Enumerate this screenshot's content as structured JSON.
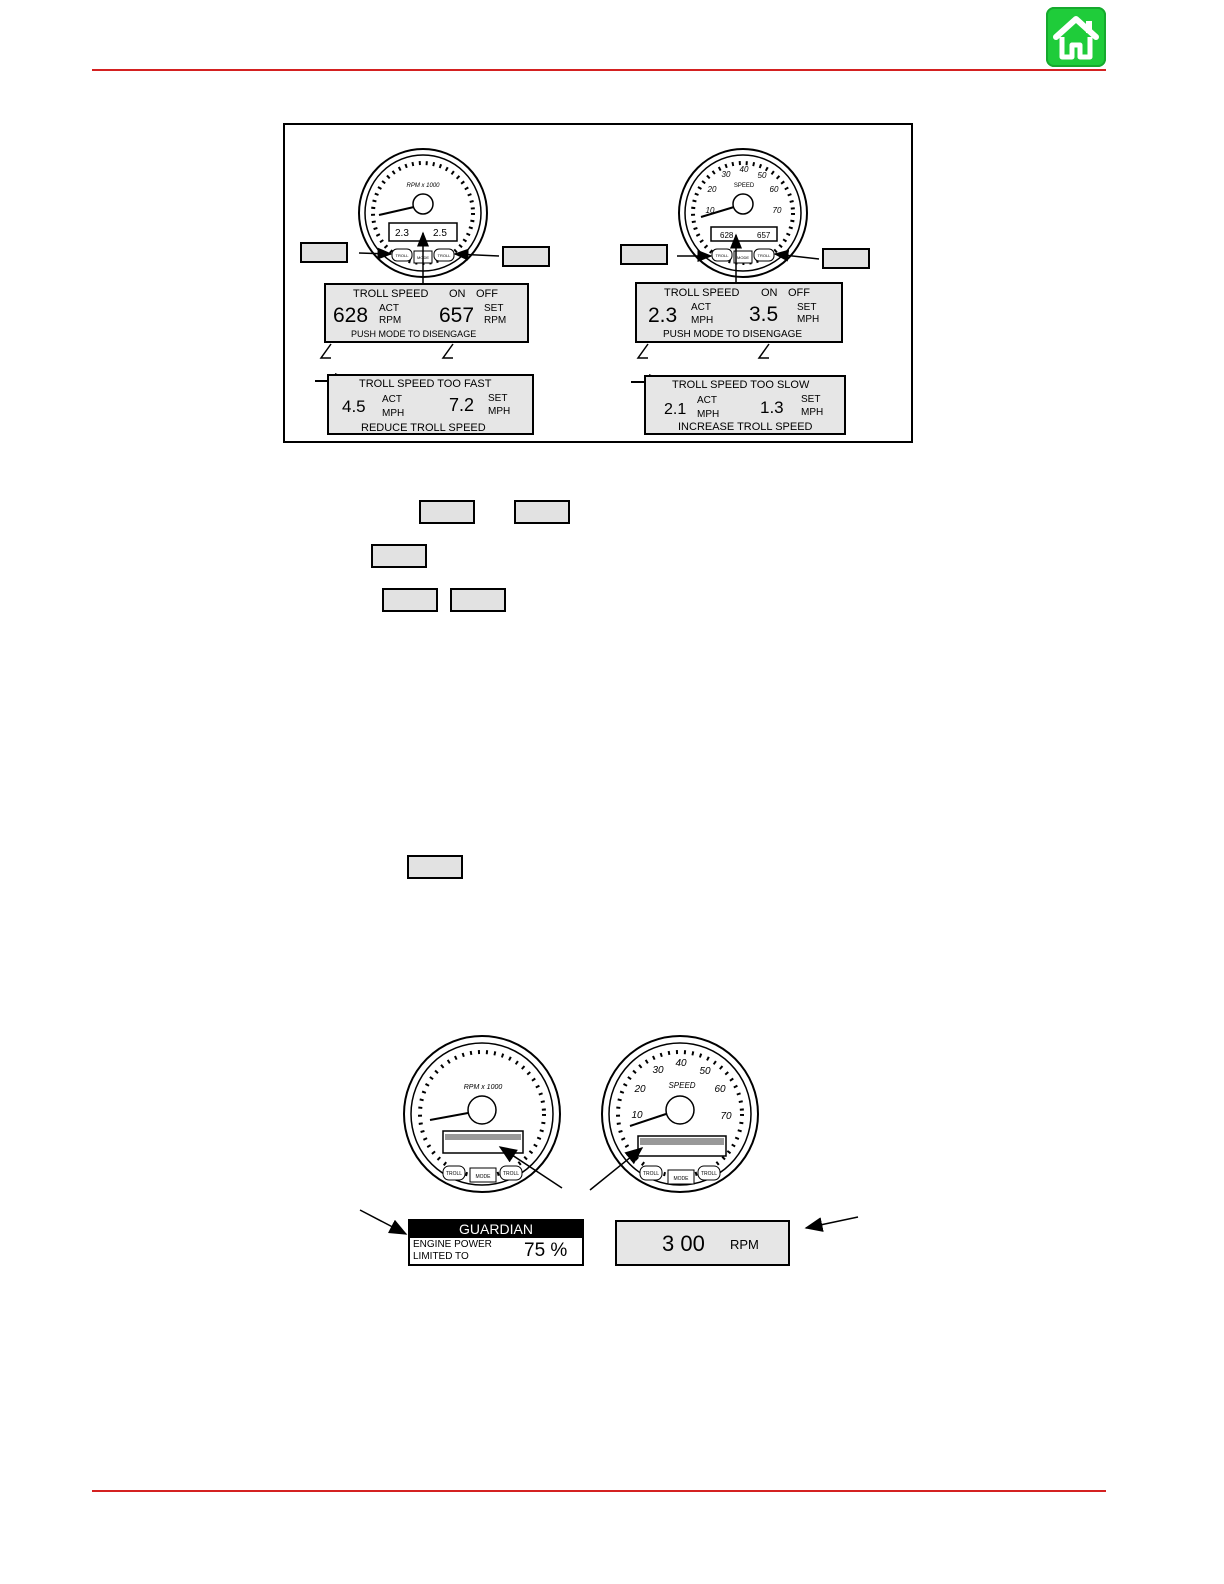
{
  "header": {
    "home_icon": "home-icon",
    "rule_color": "#d42121",
    "home_color": "#1fcc3a"
  },
  "figure1": {
    "tach_gauge": {
      "dial_label": "RPM x 1000",
      "display_left": "2.3",
      "display_right": "2.5",
      "buttons": [
        "TROLL",
        "MODE",
        "TROLL"
      ]
    },
    "speedo_gauge": {
      "dial_label": "SPEED",
      "ticks": [
        "10",
        "20",
        "30",
        "40",
        "50",
        "60",
        "70"
      ],
      "display_left": "628",
      "display_right": "657",
      "buttons": [
        "TROLL",
        "MODE",
        "TROLL"
      ]
    },
    "lcd_rpm": {
      "title": "TROLL SPEED",
      "on": "ON",
      "off": "OFF",
      "act_value": "628",
      "act_label": "ACT",
      "act_unit": "RPM",
      "set_value": "657",
      "set_label": "SET",
      "set_unit": "RPM",
      "footer": "PUSH MODE TO DISENGAGE"
    },
    "lcd_mph": {
      "title": "TROLL SPEED",
      "on": "ON",
      "off": "OFF",
      "act_value": "2.3",
      "act_label": "ACT",
      "act_unit": "MPH",
      "set_value": "3.5",
      "set_label": "SET",
      "set_unit": "MPH",
      "footer": "PUSH MODE TO DISENGAGE"
    },
    "lcd_fast": {
      "title": "TROLL SPEED TOO FAST",
      "act_value": "4.5",
      "act_label": "ACT",
      "act_unit": "MPH",
      "set_value": "7.2",
      "set_label": "SET",
      "set_unit": "MPH",
      "footer": "REDUCE TROLL SPEED"
    },
    "lcd_slow": {
      "title": "TROLL SPEED TOO SLOW",
      "act_value": "2.1",
      "act_label": "ACT",
      "act_unit": "MPH",
      "set_value": "1.3",
      "set_label": "SET",
      "set_unit": "MPH",
      "footer": "INCREASE TROLL SPEED"
    }
  },
  "figure2": {
    "tach_gauge": {
      "dial_label": "RPM x 1000",
      "buttons": [
        "TROLL",
        "MODE",
        "TROLL"
      ]
    },
    "speedo_gauge": {
      "dial_label": "SPEED",
      "ticks": [
        "10",
        "20",
        "30",
        "40",
        "50",
        "60",
        "70"
      ],
      "buttons": [
        "TROLL",
        "MODE",
        "TROLL"
      ]
    },
    "guardian": {
      "header": "GUARDIAN",
      "line1": "ENGINE POWER",
      "line2": "LIMITED TO",
      "value": "75 %"
    },
    "rpm_display": {
      "value": "3 00",
      "unit": "RPM"
    }
  }
}
